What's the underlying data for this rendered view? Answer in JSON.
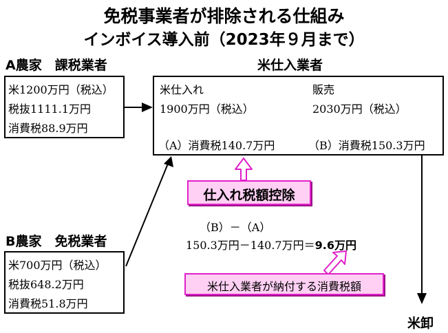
{
  "title": {
    "line1": "免税事業者が排除される仕組み",
    "line2": "インボイス導入前（2023年９月まで）"
  },
  "farmer_a": {
    "label": "A農家　課税業者",
    "lines": [
      "米1200万円（税込）",
      "税抜1111.1万円",
      "消費税88.9万円"
    ]
  },
  "farmer_b": {
    "label": "B農家　免税業者",
    "lines": [
      "米700万円（税込）",
      "税抜648.2万円",
      "消費税51.8万円"
    ]
  },
  "trader": {
    "label": "米仕入業者",
    "purchase_label": "米仕入れ",
    "purchase_amount": "1900万円（税込）",
    "sale_label": "販売",
    "sale_amount": "2030万円（税込）",
    "tax_a": "（A）消費税140.7万円",
    "tax_b": "（B）消費税150.3万円"
  },
  "deduction_label": "仕入れ税額控除",
  "calc": {
    "formula": "（B）－（A）",
    "line": "150.3万円－140.7万円＝",
    "result": "9.6万円"
  },
  "payable_label": "米仕入業者が納付する消費税額",
  "wholesaler": "米卸",
  "colors": {
    "callout_border": "#e020c8",
    "callout_fill": "#ffd0f4"
  }
}
